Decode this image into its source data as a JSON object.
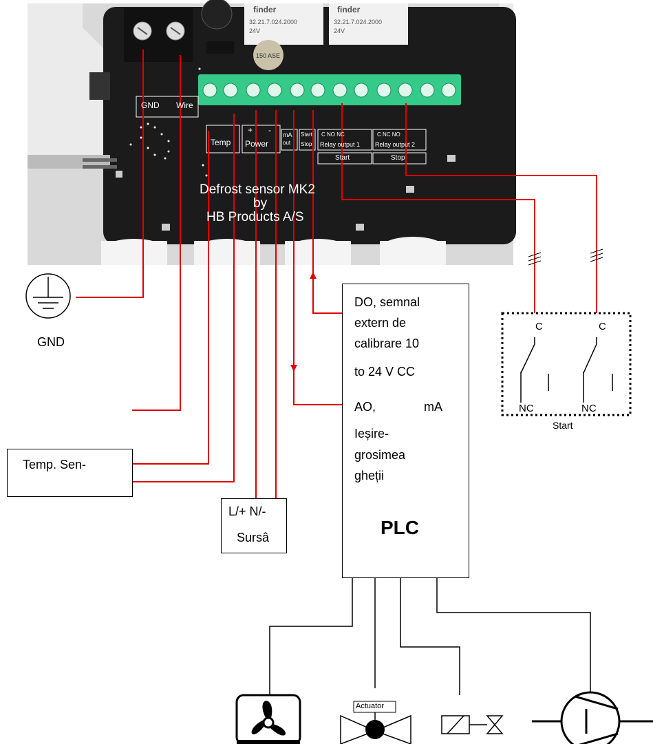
{
  "photo": {
    "board_line1": "Defrost sensor MK2",
    "board_line2": "by",
    "board_line3": "HB Products A/S",
    "gnd_label": "GND",
    "wire_label": "Wire",
    "temp_label": "Temp",
    "power_label": "Power",
    "plus_label": "+",
    "minus_label": "-",
    "ma_label": "mA",
    "ma_sub": "out",
    "start_label": "Start",
    "stop_label": "Stop",
    "relay1_label": "Relay output 1",
    "relay2_label": "Relay output 2",
    "relay1_pins": "C  NO  NC",
    "relay2_pins": "C  NC  NO",
    "relay1_group": "Start",
    "relay2_group": "Stop",
    "finder1": "finder",
    "finder2": "finder",
    "relay_code": "32.21.7.024.2000",
    "relay_voltage": "24V",
    "capacitor_text": "150 ASE"
  },
  "ground": {
    "label": "GND"
  },
  "temp_sensor": {
    "label": "Temp. Sen-"
  },
  "power_supply": {
    "line1": "L/+ N/-",
    "line2": "Sursâ"
  },
  "plc": {
    "do_line1": "DO, semnal",
    "do_line2": "extern de",
    "do_line3": "calibrare 10",
    "do_line4": "to  24 V CC",
    "ao_left": "AO,",
    "ao_right": "mA",
    "ao_line2": "Ieșire-",
    "ao_line3": "grosimea",
    "ao_line4": "gheții",
    "title": "PLC"
  },
  "relay_switch": {
    "c1": "C",
    "c2": "C",
    "nc1": "NC",
    "nc2": "NC",
    "caption": "Start"
  },
  "actuator": {
    "label": "Actuator"
  },
  "colors": {
    "wire": "#e00000",
    "pcb": "#1b1b1b",
    "terminal": "#35c98a",
    "black": "#000000"
  }
}
